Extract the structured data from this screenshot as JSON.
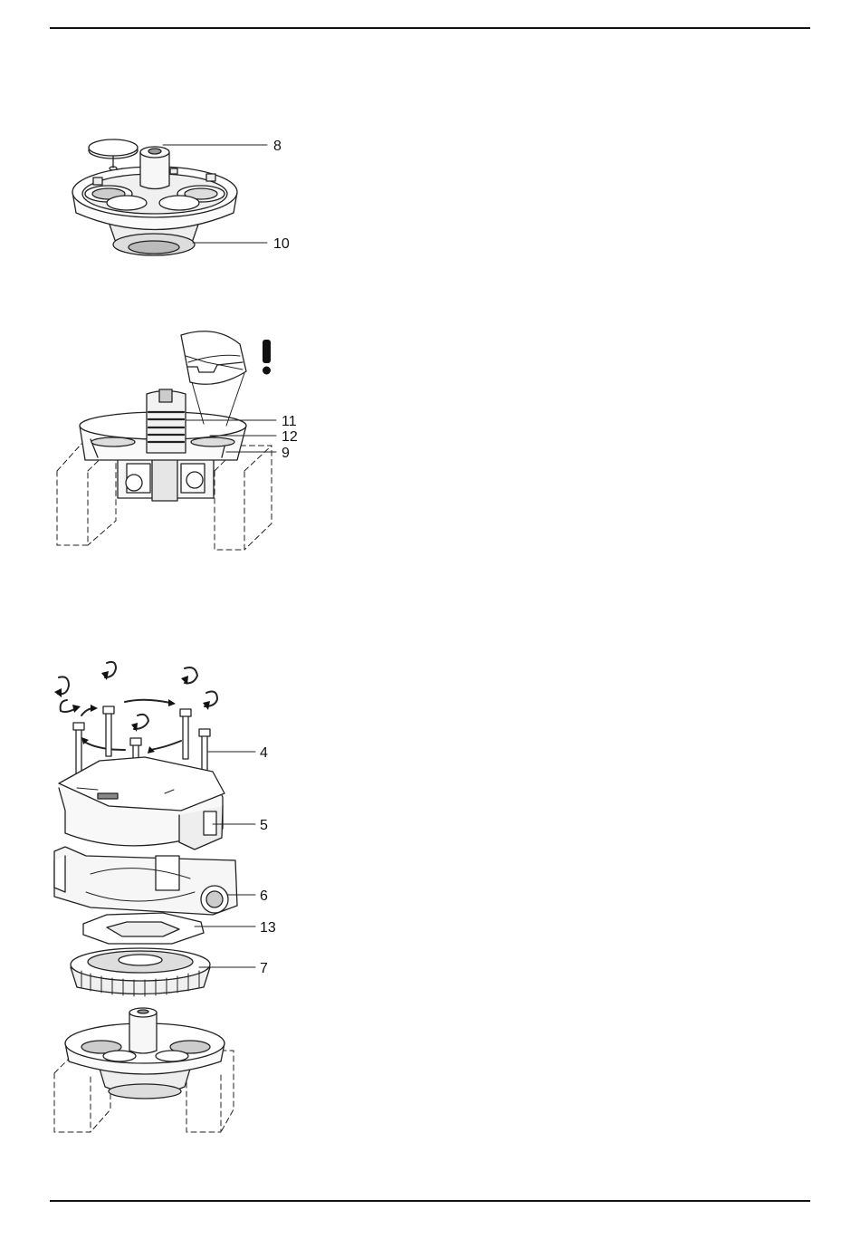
{
  "callouts": {
    "fig1": [
      "8",
      "10"
    ],
    "fig2": [
      "11",
      "12",
      "9"
    ],
    "fig3": [
      "4",
      "5",
      "6",
      "13",
      "7"
    ]
  },
  "warning_symbol": "!"
}
